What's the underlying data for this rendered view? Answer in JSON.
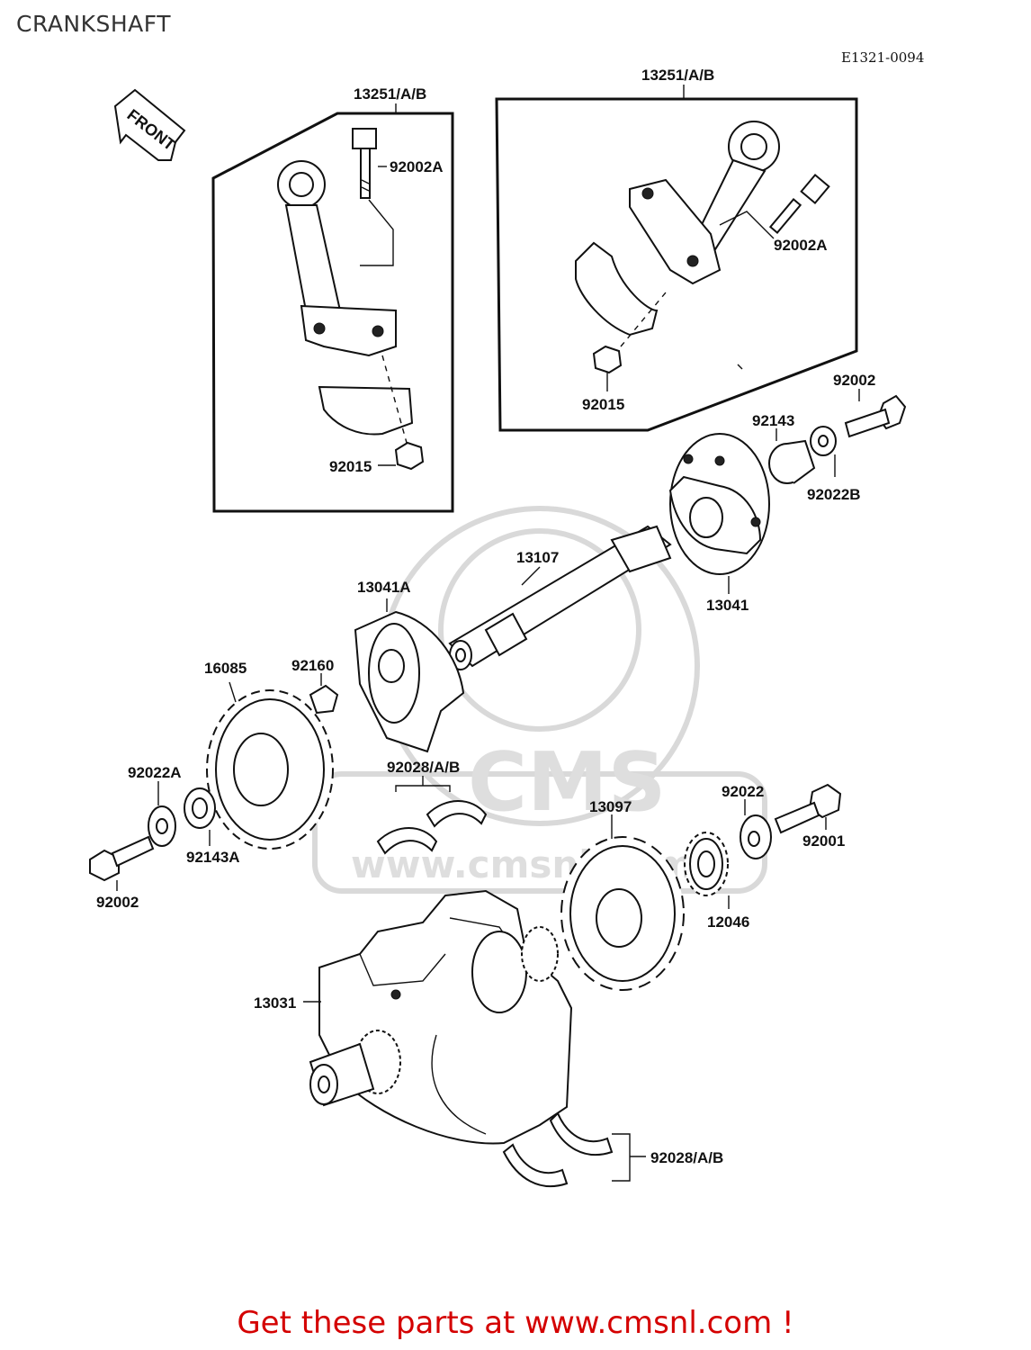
{
  "header": {
    "title": "CRANKSHAFT",
    "diagram_code": "E1321-0094"
  },
  "direction": {
    "front": "FRONT"
  },
  "watermark": {
    "brand": "CMS",
    "url": "www.cmsnl.com"
  },
  "labels": {
    "rod_set_left": "13251/A/B",
    "rod_set_right": "13251/A/B",
    "bolt_left": "92002A",
    "bolt_right": "92002A",
    "nut_left": "92015",
    "nut_right": "92015",
    "bolt_92002_top": "92002",
    "collar_92143": "92143",
    "washer_92022B": "92022B",
    "shaft_13107": "13107",
    "weight_13041": "13041",
    "weight_13041A": "13041A",
    "key_92160": "92160",
    "sprocket_16085": "16085",
    "washer_92022A": "92022A",
    "collar_92143A": "92143A",
    "bolt_92002_left": "92002",
    "bearing_upper": "92028/A/B",
    "gear_13097": "13097",
    "washer_92022": "92022",
    "bolt_92001": "92001",
    "gear_12046": "12046",
    "crankshaft_13031": "13031",
    "bearing_lower": "92028/A/B"
  },
  "footer": {
    "cta_text": "Get these parts at www.cmsnl.com !"
  }
}
